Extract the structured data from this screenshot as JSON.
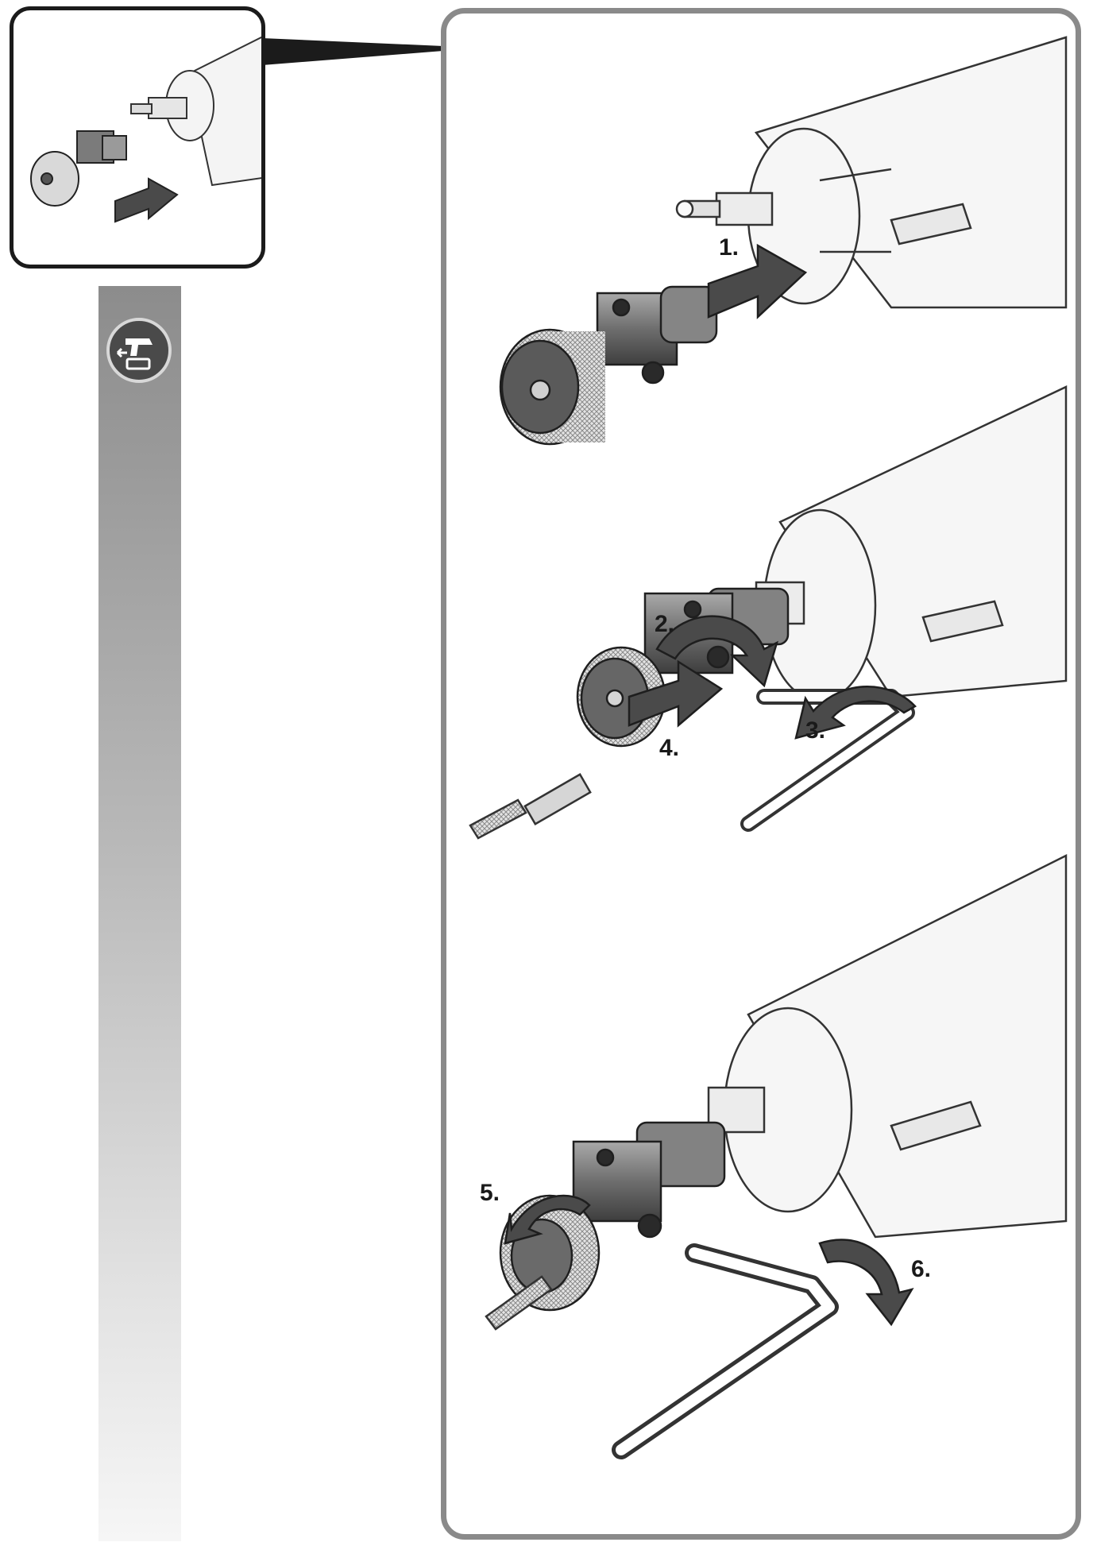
{
  "steps": {
    "s1": "1.",
    "s2": "2.",
    "s3": "3.",
    "s4": "4.",
    "s5": "5.",
    "s6": "6."
  },
  "icons": {
    "badge": "drill-cordless-icon",
    "arrow": "push-arrow-icon",
    "rotate": "rotate-arrow-icon"
  },
  "colors": {
    "panel_border": "#8a8a8a",
    "detail_border": "#1b1b1b",
    "sidebar_top": "#8c8c8c",
    "sidebar_bottom": "#f6f6f6"
  }
}
